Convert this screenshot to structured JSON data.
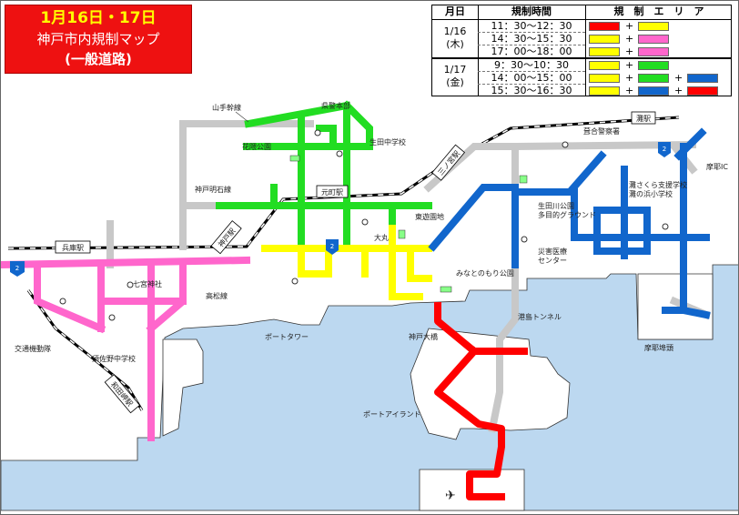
{
  "title": {
    "line1": "1月16日・17日",
    "line2": "神戸市内規制マップ",
    "line3": "(一般道路)"
  },
  "colors": {
    "green": "#22dd22",
    "yellow": "#ffff00",
    "pink": "#ff66cc",
    "red": "#ff0000",
    "blue": "#1166cc",
    "gray": "#c8c8c8",
    "sea": "#bcd8f0"
  },
  "schedule": {
    "headers": {
      "date": "月日",
      "time": "規制時間",
      "area": "規　制　エ　リ　ア"
    },
    "days": [
      {
        "date": "1/16",
        "weekday": "(木)",
        "slots": [
          {
            "time": "11：30〜12：30",
            "areas": [
              "red",
              "yellow"
            ]
          },
          {
            "time": "14：30〜15：30",
            "areas": [
              "yellow",
              "pink"
            ]
          },
          {
            "time": "17：00〜18：00",
            "areas": [
              "yellow",
              "pink"
            ]
          }
        ]
      },
      {
        "date": "1/17",
        "weekday": "(金)",
        "slots": [
          {
            "time": "9：30〜10：30",
            "areas": [
              "yellow",
              "green"
            ]
          },
          {
            "time": "14：00〜15：00",
            "areas": [
              "yellow",
              "green",
              "blue"
            ]
          },
          {
            "time": "15：30〜16：30",
            "areas": [
              "yellow",
              "blue",
              "red"
            ]
          }
        ]
      }
    ]
  },
  "map": {
    "stations": {
      "hyogo": "兵庫駅",
      "kobe": "神戸駅",
      "motomachi": "元町駅",
      "sannomiya": "三ノ宮駅",
      "nada": "灘駅",
      "wadamisaki": "和田岬駅"
    },
    "roads": {
      "yamate": "山手幹線",
      "kobe_akashi": "神戸明石線",
      "takamatsu": "高松線"
    },
    "places": {
      "police_hq": "県警本部",
      "hanakuma": "花隈公園",
      "ikuta_jhs": "生田中学校",
      "tower": "ポートタワー",
      "daimaru": "大丸",
      "higashi_yuenchi": "東遊園地",
      "minatonomori": "みなとのもり公園",
      "kobe_ohashi": "神戸大橋",
      "minatojima_tunnel": "港島トンネル",
      "port_island": "ポートアイランド",
      "ikuta_river": "生田川公園\n多目的グラウンド",
      "fukiai": "葺合警察署",
      "disaster_center": "災害医療\nセンター",
      "nada_school": "灘さくら支援学校\n灘の浜小学校",
      "maya_ic": "摩耶IC",
      "maya_wharf": "摩耶埠頭",
      "nanomiya": "七宮神社",
      "kotsu_kido": "交通機動隊",
      "suzaki": "須佐野中学校",
      "route2_badge": "2"
    }
  }
}
